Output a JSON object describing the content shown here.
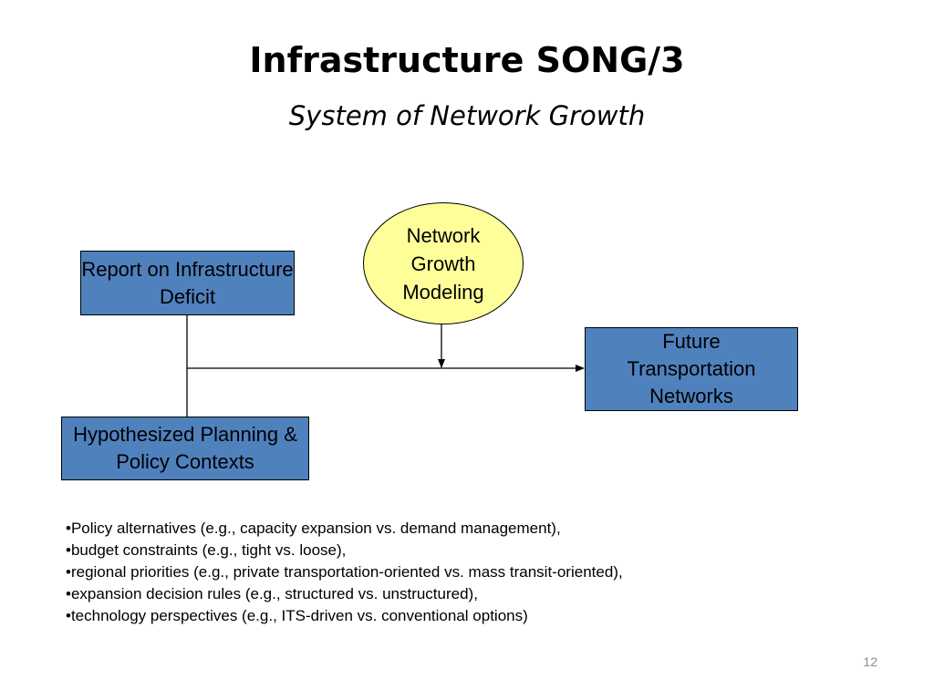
{
  "title": "Infrastructure SONG/3",
  "subtitle": "System of Network Growth",
  "nodes": {
    "report": "Report on Infrastructure Deficit",
    "modeling": "Network Growth Modeling",
    "future": "Future Transportation Networks",
    "contexts": "Hypothesized Planning & Policy Contexts"
  },
  "bullets": [
    "•Policy alternatives (e.g., capacity expansion vs. demand management),",
    "•budget constraints (e.g., tight vs. loose),",
    "•regional priorities (e.g., private transportation-oriented vs. mass transit-oriented),",
    "•expansion decision rules (e.g., structured vs. unstructured),",
    "•technology perspectives (e.g., ITS-driven vs. conventional options)"
  ],
  "page_number": "12",
  "colors": {
    "box_fill": "#4f81bd",
    "oval_fill": "#ffff99"
  }
}
